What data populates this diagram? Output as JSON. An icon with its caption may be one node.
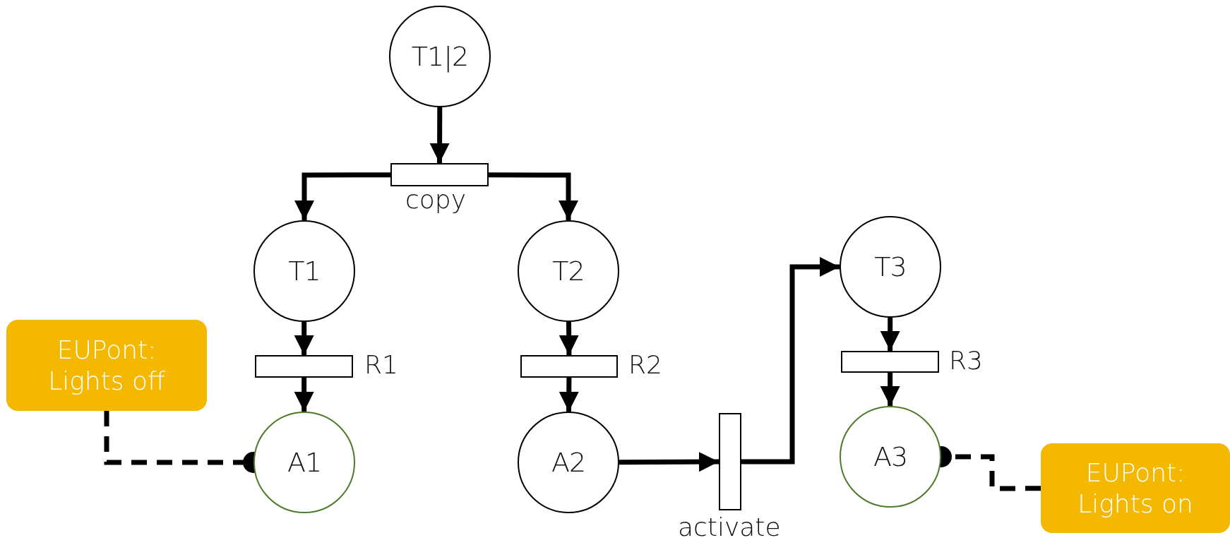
{
  "diagram": {
    "nodes": [
      {
        "text": [
          "T1|2"
        ]
      },
      {
        "text": [],
        "shape": "bar",
        "beside": [
          "copy"
        ]
      },
      {
        "text": [
          "T1"
        ]
      },
      {
        "text": [
          "T2"
        ]
      },
      {
        "text": [
          "T3"
        ]
      },
      {
        "text": [
          "EUPont: Lights off"
        ]
      },
      {
        "text": [],
        "shape": "bar",
        "beside": [
          "R1"
        ]
      },
      {
        "text": [],
        "shape": "bar",
        "beside": [
          "R2"
        ]
      },
      {
        "text": [],
        "shape": "bar",
        "beside": [
          "R3"
        ]
      },
      {
        "text": [
          "A1"
        ]
      },
      {
        "text": [
          "A2"
        ]
      },
      {
        "text": [],
        "shape": "bar",
        "beside": [
          "activate"
        ]
      },
      {
        "text": [
          "A3"
        ]
      },
      {
        "text": [
          "EUPont: Lights on"
        ]
      }
    ],
    "edges": [
      {
        "from": 0,
        "to": 1,
        "arrow": "to"
      },
      {
        "from": 1,
        "to": 2,
        "arrow": "to"
      },
      {
        "from": 1,
        "to": 3,
        "arrow": "to"
      },
      {
        "from": 2,
        "to": 6,
        "arrow": "to"
      },
      {
        "from": 6,
        "to": 9,
        "arrow": "to"
      },
      {
        "from": 3,
        "to": 7,
        "arrow": "to"
      },
      {
        "from": 7,
        "to": 10,
        "arrow": "to"
      },
      {
        "from": 10,
        "to": 11,
        "arrow": "to"
      },
      {
        "from": 11,
        "to": 4,
        "arrow": "to"
      },
      {
        "from": 4,
        "to": 8,
        "arrow": "to"
      },
      {
        "from": 8,
        "to": 12,
        "arrow": "to"
      },
      {
        "from": 5,
        "to": 9,
        "arrow": "other",
        "style": "dashed"
      },
      {
        "from": 13,
        "to": 12,
        "arrow": "other",
        "style": "dashed"
      }
    ]
  }
}
